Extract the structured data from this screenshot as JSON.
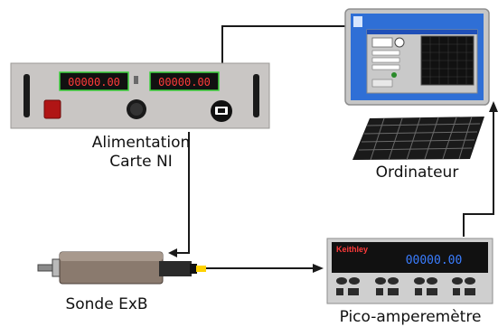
{
  "labels": {
    "power_supply": [
      "Alimentation",
      "Carte NI"
    ],
    "computer": "Ordinateur",
    "probe": "Sonde ExB",
    "picoammeter": "Pico-amperemètre"
  },
  "devices": {
    "power_supply_display_left": "00000.00",
    "power_supply_display_right": "00000.00",
    "picoammeter_brand": "Keithley",
    "picoammeter_display": "00000.00"
  },
  "colors": {
    "wire": "#1a1a1a",
    "panel_gray": "#c9c6c4",
    "lcd_green": "#3cd23c",
    "lcd_red": "#ff3a3a",
    "probe_tip": "#ffd200",
    "screen_blue": "#2f6fd6"
  },
  "icons": [
    "computer-monitor-icon",
    "keyboard-icon",
    "power-supply-icon",
    "probe-icon",
    "picoammeter-icon"
  ]
}
